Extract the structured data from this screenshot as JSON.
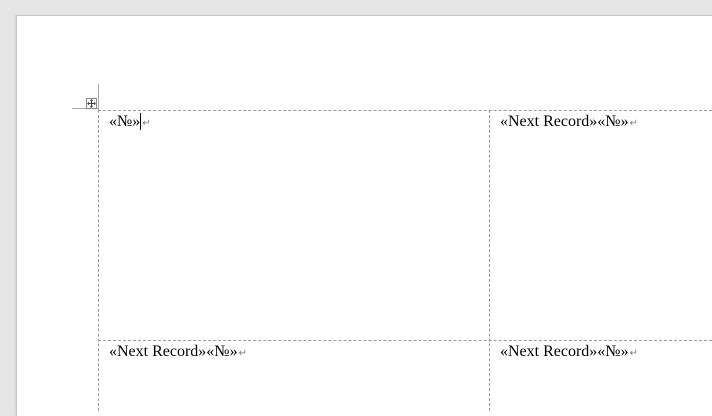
{
  "document": {
    "cells": [
      {
        "text": "«№»",
        "has_caret": true
      },
      {
        "text": "«Next Record»«№»",
        "has_caret": false
      },
      {
        "text": "«Next Record»«№»",
        "has_caret": false
      },
      {
        "text": "«Next Record»«№»",
        "has_caret": false
      }
    ],
    "paragraph_mark": "↵"
  }
}
